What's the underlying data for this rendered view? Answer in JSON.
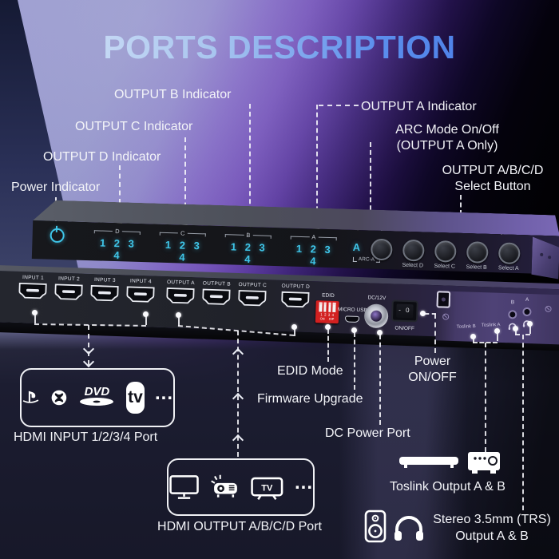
{
  "title": "PORTS DESCRIPTION",
  "colors": {
    "led_cyan": "#3fc6e9",
    "dip_red": "#d22020",
    "title_light": "#dde9fa",
    "title_blue": "#3f74e4",
    "line_white": "#f6f6fb"
  },
  "callouts": {
    "power": "Power Indicator",
    "output_d": "OUTPUT D Indicator",
    "output_c": "OUTPUT C Indicator",
    "output_b": "OUTPUT B Indicator",
    "output_a": "OUTPUT A Indicator",
    "arc_line1": "ARC Mode On/Off",
    "arc_line2": "(OUTPUT A Only)",
    "select_line1": "OUTPUT A/B/C/D",
    "select_line2": "Select Button",
    "edid": "EDID Mode",
    "firmware": "Firmware Upgrade",
    "dc": "DC Power Port",
    "power_sw_line1": "Power",
    "power_sw_line2": "ON/OFF",
    "hdmi_input": "HDMI INPUT 1/2/3/4 Port",
    "hdmi_output": "HDMI OUTPUT A/B/C/D Port",
    "toslink": "Toslink Output A & B",
    "stereo_line1": "Stereo 3.5mm (TRS)",
    "stereo_line2": "Output A & B"
  },
  "front_panel": {
    "led_groups": [
      {
        "letter": "D",
        "leds": "1 2 3 4"
      },
      {
        "letter": "C",
        "leds": "1 2 3 4"
      },
      {
        "letter": "B",
        "leds": "1 2 3 4"
      },
      {
        "letter": "A",
        "leds": "1 2 3 4"
      }
    ],
    "arc_led": "A",
    "arc_bracket": "ARC-A",
    "select_buttons": [
      {
        "label": "Select D"
      },
      {
        "label": "Select C"
      },
      {
        "label": "Select B"
      },
      {
        "label": "Select A"
      }
    ]
  },
  "rear_panel": {
    "hdmi_ports": [
      {
        "label": "INPUT 1"
      },
      {
        "label": "INPUT 2"
      },
      {
        "label": "INPUT 3"
      },
      {
        "label": "INPUT 4"
      },
      {
        "label": "OUTPUT A"
      },
      {
        "label": "OUTPUT B"
      },
      {
        "label": "OUTPUT C"
      },
      {
        "label": "OUTPUT D"
      }
    ],
    "edid_label": "EDID",
    "dip_numbers": "1 2 3 4",
    "dip_row": "ON DIP",
    "micro_usb": "MICRO USB",
    "dc_label": "DC/12V",
    "switch_marks": "- 0",
    "switch_label": "ON/OFF",
    "toslink_ports": [
      {
        "label": "Toslink B"
      },
      {
        "label": "Toslink A"
      }
    ],
    "jacks": [
      {
        "letter": "B"
      },
      {
        "letter": "A"
      }
    ]
  }
}
